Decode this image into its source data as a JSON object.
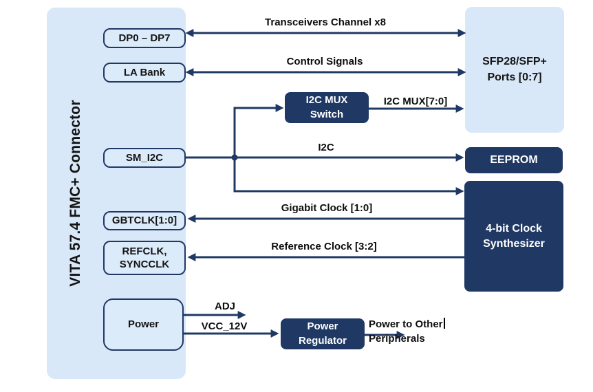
{
  "colors": {
    "dark_navy": "#1f3864",
    "panel_blue": "#d9e8f8",
    "box_fill_blue": "#dcebfa",
    "label_black": "#0d0d0d",
    "box_text_white": "#ffffff"
  },
  "connector": {
    "title": "VITA 57.4 FMC+ Connector"
  },
  "fmc_ports": {
    "dp": "DP0 – DP7",
    "la": "LA Bank",
    "sm_i2c": "SM_I2C",
    "gbtclk": "GBTCLK[1:0]",
    "refclk": "REFCLK, SYNCCLK",
    "power": "Power"
  },
  "devices": {
    "sfp": "SFP28/SFP+ Ports [0:7]",
    "i2c_mux": "I2C MUX Switch",
    "eeprom": "EEPROM",
    "clock_synth": "4-bit Clock Synthesizer",
    "power_regulator": "Power Regulator"
  },
  "signals": {
    "transceivers": "Transceivers Channel x8",
    "control": "Control Signals",
    "i2c_mux_bus": "I2C MUX[7:0]",
    "i2c": "I2C",
    "gigabit_clock": "Gigabit Clock [1:0]",
    "reference_clock": "Reference Clock [3:2]",
    "adj": "ADJ",
    "vcc_12v": "VCC_12V",
    "power_out_line1": "Power to Other",
    "power_out_line2": "Peripherals"
  }
}
